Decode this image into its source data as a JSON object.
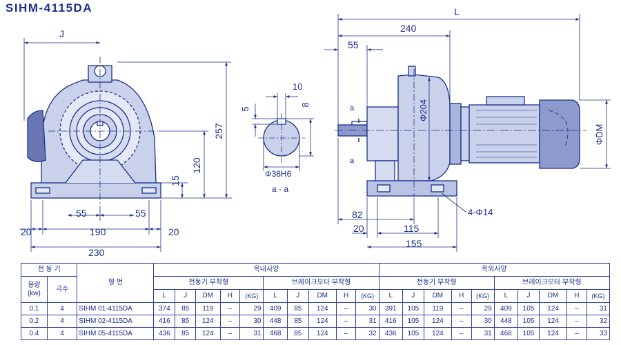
{
  "title": "SIHM-4115DA",
  "front_view": {
    "dims": {
      "J": "J",
      "h257": "257",
      "h120": "120",
      "h15": "15",
      "b55a": "55",
      "b55b": "55",
      "b20a": "20",
      "b20b": "20",
      "b190": "190",
      "b230": "230"
    }
  },
  "section_view": {
    "dims": {
      "d10": "10",
      "d5": "5",
      "d8": "8",
      "dia": "Φ38H6"
    },
    "label": "a - a"
  },
  "side_view": {
    "dims": {
      "L": "L",
      "d240": "240",
      "d55": "55",
      "d204": "Φ204",
      "dDM": "ΦDM",
      "d82": "82",
      "d20": "20",
      "d115": "115",
      "d155": "155",
      "holes": "4-Φ14",
      "a_top": "a",
      "a_bot": "a"
    }
  },
  "table": {
    "motor_header": "전 동 기",
    "capacity": "용량 (kw)",
    "poles": "극수",
    "model": "형 번",
    "indoor": "옥내사양",
    "outdoor": "옥외사양",
    "motor_mount": "전동기 부착형",
    "brake_mount": "브레이크모타 부착형",
    "cols": [
      "L",
      "J",
      "DM",
      "H",
      "(KG)"
    ],
    "rows": [
      {
        "kw": "0.1",
        "pole": "4",
        "model": "SIHM 01-4115DA",
        "vals": [
          "374",
          "85",
          "119",
          "–",
          "29",
          "409",
          "85",
          "124",
          "–",
          "30",
          "391",
          "105",
          "119",
          "–",
          "29",
          "409",
          "105",
          "124",
          "–",
          "31"
        ]
      },
      {
        "kw": "0.2",
        "pole": "4",
        "model": "SIHM 02-4115DA",
        "vals": [
          "416",
          "85",
          "124",
          "–",
          "30",
          "448",
          "85",
          "124",
          "–",
          "31",
          "416",
          "105",
          "124",
          "–",
          "30",
          "448",
          "105",
          "124",
          "–",
          "32"
        ]
      },
      {
        "kw": "0.4",
        "pole": "4",
        "model": "SIHM 05-4115DA",
        "vals": [
          "436",
          "85",
          "124",
          "–",
          "31",
          "468",
          "85",
          "124",
          "–",
          "32",
          "436",
          "105",
          "124",
          "–",
          "31",
          "468",
          "105",
          "124",
          "–",
          "33"
        ]
      }
    ]
  }
}
